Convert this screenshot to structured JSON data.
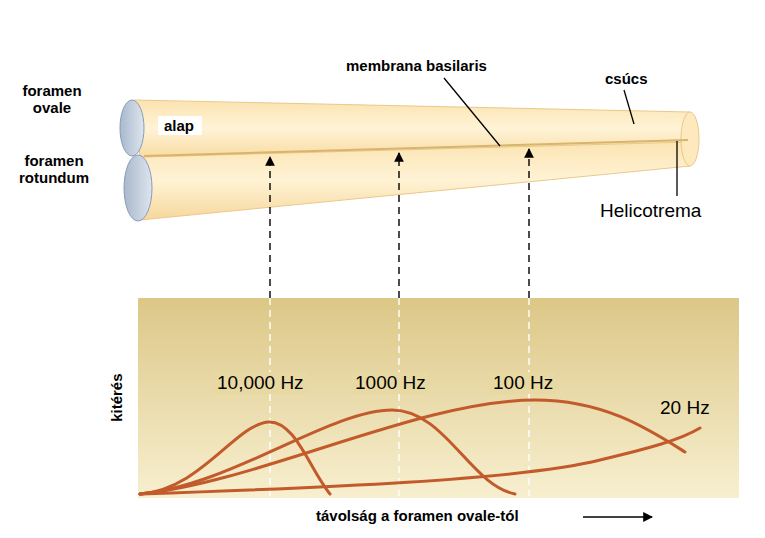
{
  "diagram": {
    "labels": [
      "foramen ovale",
      "foramen rotundum",
      "alap",
      "membrana basilaris",
      "csúcs",
      "Helicotrema",
      "kitérés",
      "10,000 Hz",
      "1000 Hz",
      "100 Hz",
      "20 Hz",
      "távolság a foramen ovale-tól"
    ]
  }
}
